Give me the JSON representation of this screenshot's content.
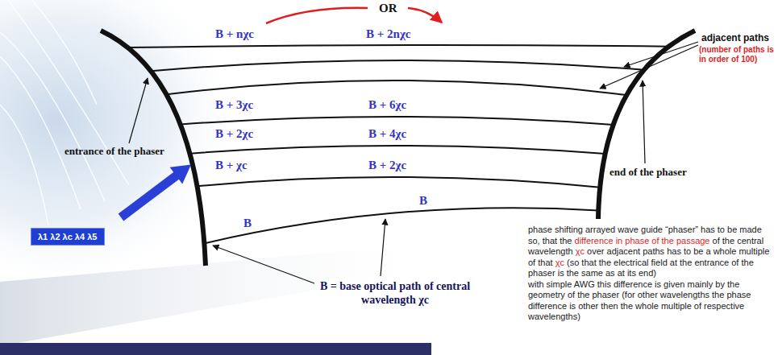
{
  "diagram": {
    "nodes": [
      {
        "text": [
          "λ1 λ2 λc λ4 λ5"
        ]
      }
    ],
    "labels": [
      "OR",
      "B + nχc",
      "B + 2nχc",
      "adjacent paths",
      "(number of paths is in order of 100)",
      "B + 3χc",
      "B + 6χc",
      "B + 2χc",
      "B + 4χc",
      "entrance of the phaser",
      "end of the phaser",
      "B + χc",
      "B + 2χc",
      "B",
      "B",
      "B = base optical path of central wavelength χc",
      "phase shifting arrayed wave guide “phaser” has to be made so, that the",
      "difference in phase of the passage",
      "of the central wavelength",
      "χc",
      "over adjacent paths has to be a whole multiple of that",
      "χc",
      "(so that the electrical field at the entrance of the phaser is the same as at its end)",
      "with simple AWG this difference is given mainly by the geometry of the phaser (for other wavelengths the phase difference is other then the whole multiple of respective wavelengths)"
    ]
  }
}
